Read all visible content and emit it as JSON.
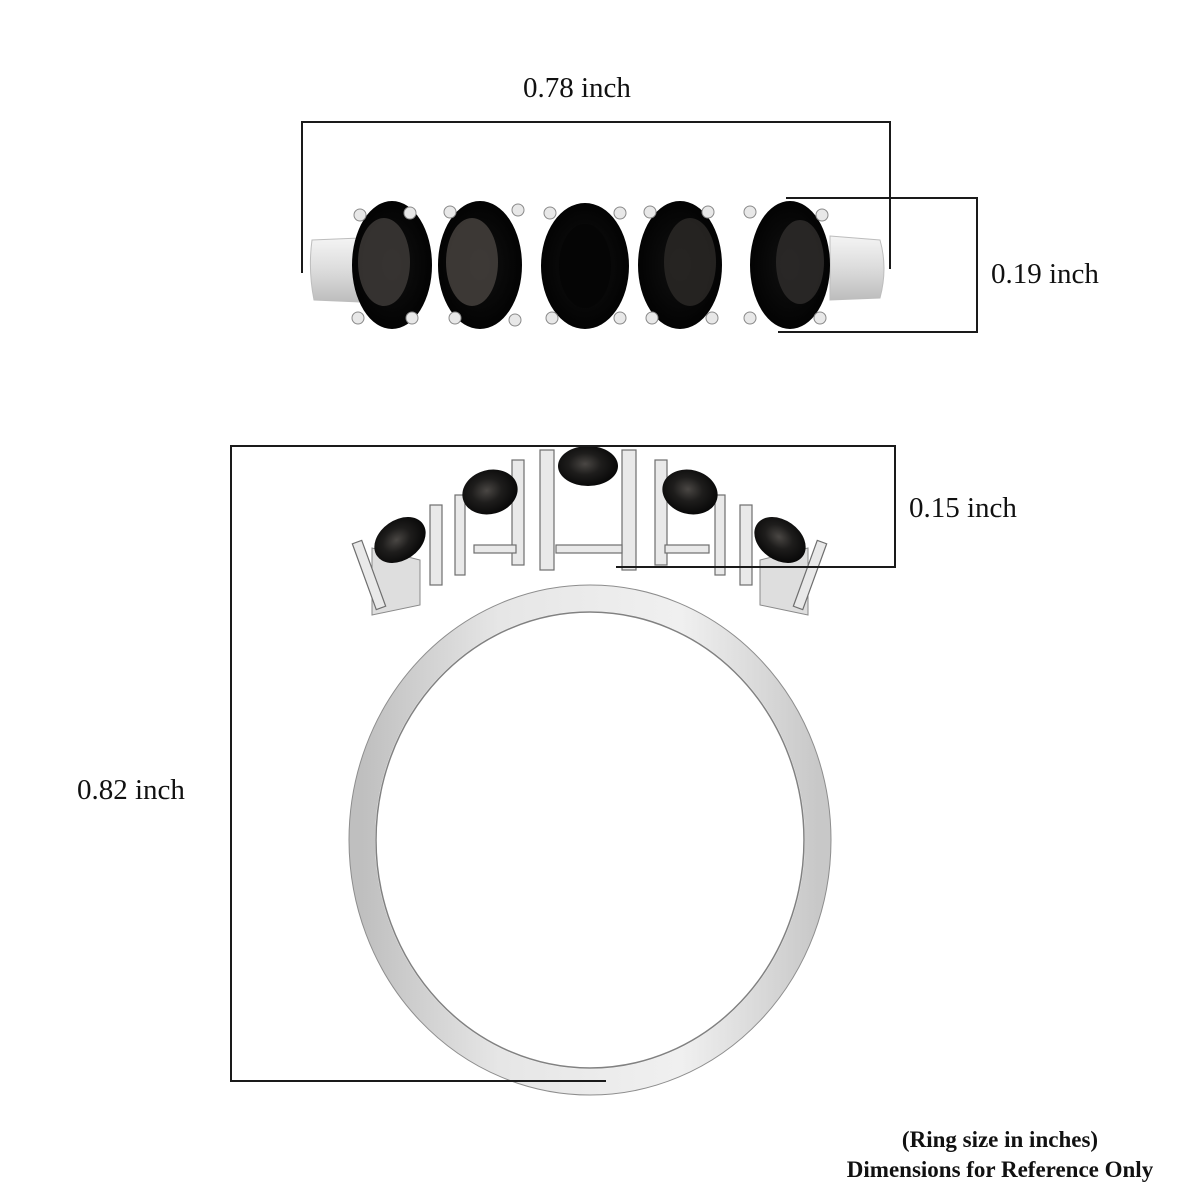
{
  "diagram": {
    "title": "Ring dimension diagram",
    "subject": "Five-stone black oval gemstone ring, silver-tone band",
    "views": [
      {
        "name": "top-view",
        "description": "Top view of five oval black stones in prong settings"
      },
      {
        "name": "side-view",
        "description": "Front/side view of ring showing band circle and raised stone gallery"
      }
    ],
    "stone_count": 5
  },
  "dimensions": {
    "top_width": "0.78 inch",
    "top_height": "0.19 inch",
    "gallery_height": "0.15 inch",
    "ring_height": "0.82 inch"
  },
  "footer": {
    "line1": "(Ring size in inches)",
    "line2": "Dimensions for Reference Only"
  },
  "colors": {
    "background": "#ffffff",
    "metal": "#d9d9d9",
    "metal_shadow": "#9e9e9e",
    "stone": "#0c0c0c",
    "stone_highlight": "#4a4744",
    "bracket": "#1a1a1a"
  }
}
